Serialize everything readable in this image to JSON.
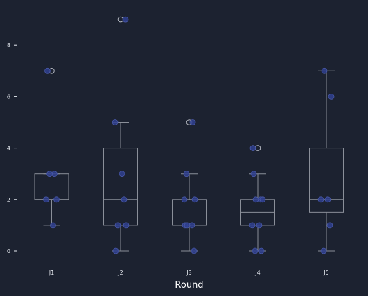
{
  "chart_data": {
    "type": "box",
    "title": "",
    "xlabel": "Round",
    "ylabel": "",
    "categories": [
      "J1",
      "J2",
      "J3",
      "J4",
      "J5"
    ],
    "ylim": [
      -0.4,
      9.4
    ],
    "yticks": [
      0,
      2,
      4,
      6,
      8
    ],
    "grid": false,
    "boxes": [
      {
        "category": "J1",
        "whisker_low": 1,
        "q1": 2,
        "median": 2,
        "q3": 3,
        "whisker_high": 3,
        "outliers": [
          7
        ]
      },
      {
        "category": "J2",
        "whisker_low": 0,
        "q1": 1,
        "median": 2,
        "q3": 4,
        "whisker_high": 5,
        "outliers": [
          9
        ]
      },
      {
        "category": "J3",
        "whisker_low": 0,
        "q1": 1,
        "median": 1,
        "q3": 2,
        "whisker_high": 3,
        "outliers": [
          5
        ]
      },
      {
        "category": "J4",
        "whisker_low": 0,
        "q1": 1,
        "median": 1.5,
        "q3": 2,
        "whisker_high": 3,
        "outliers": [
          4
        ]
      },
      {
        "category": "J5",
        "whisker_low": 0,
        "q1": 1.5,
        "median": 2,
        "q3": 4,
        "whisker_high": 7,
        "outliers": []
      }
    ],
    "points": [
      {
        "category": "J1",
        "values": [
          7,
          3,
          3,
          2,
          2,
          1
        ]
      },
      {
        "category": "J2",
        "values": [
          9,
          5,
          3,
          2,
          1,
          1,
          0
        ]
      },
      {
        "category": "J3",
        "values": [
          5,
          3,
          2,
          2,
          1,
          1,
          1,
          0
        ]
      },
      {
        "category": "J4",
        "values": [
          4,
          3,
          2,
          2,
          2,
          1,
          1,
          0,
          0
        ]
      },
      {
        "category": "J5",
        "values": [
          7,
          6,
          2,
          2,
          1,
          0
        ]
      }
    ],
    "colors": {
      "background": "#1c2230",
      "box_line": "#8a8f99",
      "point_fill": "#2f3f8f",
      "point_stroke": "#4a5aa8",
      "outlier_stroke": "#b5b9c2",
      "text": "#e8ecf2"
    }
  }
}
